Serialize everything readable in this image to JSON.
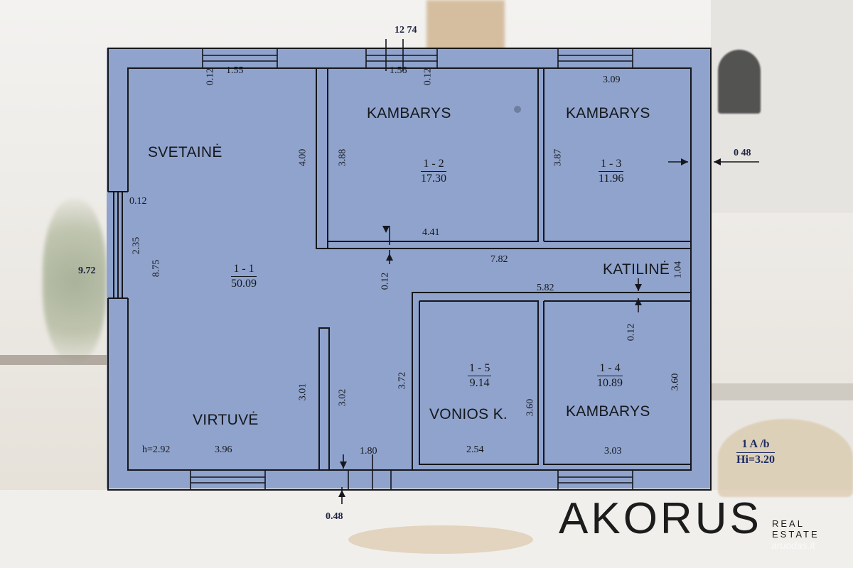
{
  "colors": {
    "plan": "#8fa3cc",
    "wall": "#15171d",
    "text": "#15171d",
    "legend": "#1d2a63"
  },
  "rooms": {
    "living": "SVETAINĖ",
    "kitchen": "VIRTUVĖ",
    "room_a": "KAMBARYS",
    "room_b": "KAMBARYS",
    "room_c": "KAMBARYS",
    "bath": "VONIOS K.",
    "boiler": "KATILINĖ"
  },
  "areas": {
    "r1": {
      "no": "1 - 1",
      "val": "50.09"
    },
    "r2": {
      "no": "1 - 2",
      "val": "17.30"
    },
    "r3": {
      "no": "1 - 3",
      "val": "11.96"
    },
    "r4": {
      "no": "1 - 4",
      "val": "10.89"
    },
    "r5": {
      "no": "1 - 5",
      "val": "9.14"
    }
  },
  "dims": {
    "overall_width": "12 74",
    "overall_height": "9.72",
    "d_012_a": "0.12",
    "d_155": "1.55",
    "d_156": "1.56",
    "d_012_b": "0.12",
    "d_309": "3.09",
    "d_400": "4.00",
    "d_388": "3.88",
    "d_387": "3.87",
    "d_048_right": "0 48",
    "d_012_c": "0.12",
    "d_235": "2.35",
    "d_875": "8.75",
    "d_441": "4.41",
    "d_782": "7.82",
    "d_012_d": "0.12",
    "d_104": "1.04",
    "d_582": "5.82",
    "d_012_e": "0.12",
    "d_301": "3.01",
    "d_302": "3.02",
    "d_372": "3.72",
    "d_360_a": "3.60",
    "d_360_b": "3.60",
    "d_h": "h=2.92",
    "d_396": "3.96",
    "d_180": "1.80",
    "d_254": "2.54",
    "d_303": "3.03",
    "d_048_bottom": "0.48"
  },
  "legend": {
    "top": "1  A /b",
    "bottom": "Hi=3.20"
  },
  "brand": {
    "name": "AKORUS",
    "sub1": "REAL",
    "sub2": "ESTATE",
    "watermark": "aruodas.lt"
  }
}
